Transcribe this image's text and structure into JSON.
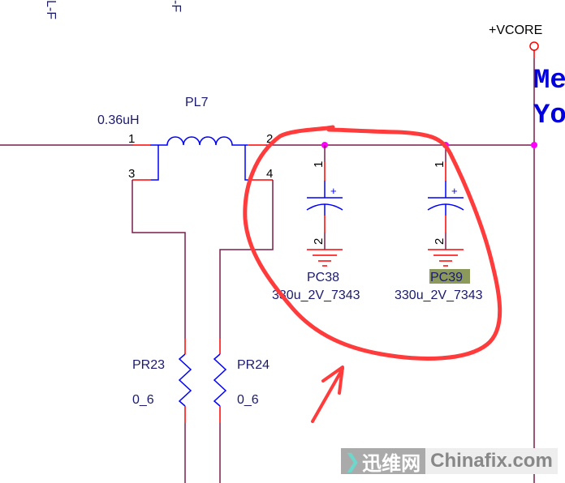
{
  "inductor": {
    "ref": "PL7",
    "value": "0.36uH",
    "pins": [
      "1",
      "2",
      "3",
      "4"
    ]
  },
  "capacitors": [
    {
      "ref": "PC38",
      "value": "330u_2V_7343",
      "pin_top": "1",
      "pin_bottom": "2",
      "polarity": "+"
    },
    {
      "ref": "PC39",
      "value": "330u_2V_7343",
      "pin_top": "1",
      "pin_bottom": "2",
      "polarity": "+"
    }
  ],
  "resistors": [
    {
      "ref": "PR23",
      "value": "0_6"
    },
    {
      "ref": "PR24",
      "value": "0_6"
    }
  ],
  "power_net": "+VCORE",
  "offsheet_labels": [
    "L-F",
    "-F"
  ],
  "right_text": [
    "Me",
    "Yo"
  ],
  "watermark": {
    "cn": "迅维网",
    "en": "Chinafix.com"
  },
  "colors": {
    "wire": "#7a1f4a",
    "symbol": "#0000ff",
    "pin": "#ff0000",
    "junction": "#ff00ff",
    "annotation": "#ff3b3b",
    "highlight": "#8b9a5a"
  }
}
